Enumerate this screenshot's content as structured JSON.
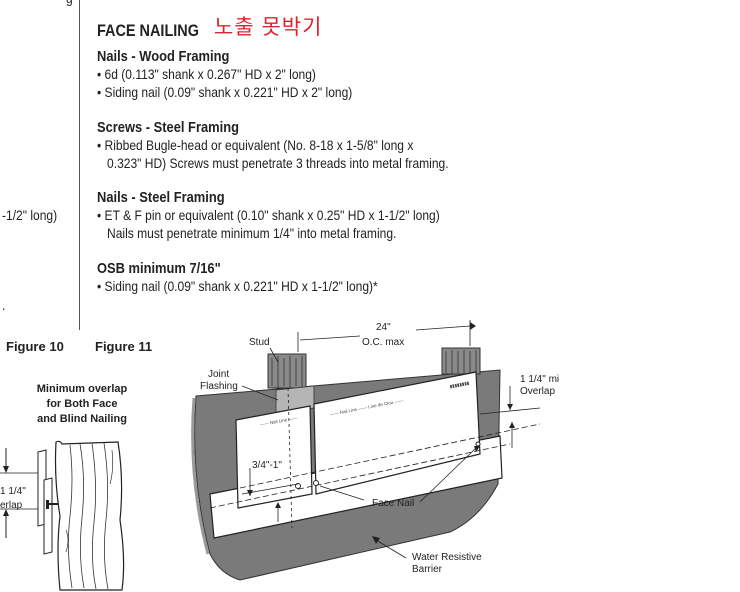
{
  "top_fragment": "g",
  "left_fragment": "-1/2\" long)",
  "left_period": ".",
  "heading": "FACE NAILING",
  "korean_note": "노출 못박기",
  "sections": [
    {
      "title": "Nails - Wood Framing",
      "lines": [
        "• 6d (0.113\" shank x 0.267\" HD x 2\" long)",
        "• Siding nail (0.09\" shank x 0.221\" HD x 2\" long)"
      ]
    },
    {
      "title": "Screws - Steel Framing",
      "lines": [
        "• Ribbed Bugle-head or equivalent (No. 8-18 x 1-5/8\" long x",
        "   0.323\" HD) Screws must penetrate 3 threads into metal framing."
      ]
    },
    {
      "title": "Nails - Steel Framing",
      "lines": [
        "• ET & F pin or equivalent (0.10\" shank x 0.25\" HD x 1-1/2\" long)",
        "   Nails must penetrate minimum 1/4\" into metal framing."
      ]
    },
    {
      "title": "OSB minimum 7/16\"",
      "lines": [
        "• Siding nail (0.09\" shank x 0.221\" HD x 1-1/2\" long)*"
      ]
    }
  ],
  "figure10": {
    "label": "Figure 10",
    "caption": [
      "Minimum overlap",
      "for Both Face",
      "and Blind Nailing"
    ],
    "dim": [
      "1 1/4\"",
      "erlap"
    ]
  },
  "figure11": {
    "label": "Figure 11",
    "stud": "Stud",
    "spacing": [
      "24\"",
      "O.C. max"
    ],
    "joint": [
      "Joint",
      "Flashing"
    ],
    "overlap": [
      "1 1/4\" mi",
      "Overlap"
    ],
    "offset": "3/4\"-1\"",
    "face_nail": "Face Nail",
    "barrier": [
      "Water Resistive",
      "Barrier"
    ],
    "plank_print": "Nail Line"
  }
}
